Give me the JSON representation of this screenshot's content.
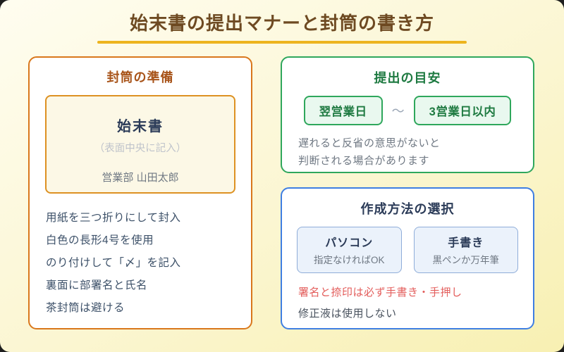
{
  "page": {
    "title": "始末書の提出マナーと封筒の書き方"
  },
  "envelope_panel": {
    "title": "封筒の準備",
    "envelope": {
      "label": "始末書",
      "sublabel": "（表面中央に記入）",
      "sender": "営業部 山田太郎"
    },
    "items": [
      "用紙を三つ折りにして封入",
      "白色の長形4号を使用",
      "のり付けして「〆」を記入",
      "裏面に部署名と氏名",
      "茶封筒は避ける"
    ]
  },
  "timing_panel": {
    "title": "提出の目安",
    "chip_start": "翌営業日",
    "connector": "〜",
    "chip_end": "3営業日以内",
    "note_line1": "遅れると反省の意思がないと",
    "note_line2": "判断される場合があります"
  },
  "method_panel": {
    "title": "作成方法の選択",
    "options": [
      {
        "title": "パソコン",
        "subtitle": "指定なければOK"
      },
      {
        "title": "手書き",
        "subtitle": "黒ペンか万年筆"
      }
    ],
    "warning": "署名と捺印は必ず手書き・手押し",
    "note": "修正液は使用しない"
  },
  "colors": {
    "bg-top": "#FFFDF0",
    "bg-bottom": "#F8F0B2",
    "title-brown": "#6E4A22",
    "gold": "#EDB41E",
    "orange": "#D9771B",
    "orange-dark": "#A8541A",
    "envelope-border": "#DD9122",
    "envelope-bg": "#FCF8E6",
    "navy": "#2B3B58",
    "slate": "#3D5169",
    "gray": "#6F7883",
    "dark-gray": "#49525E",
    "light-gray": "#BFC3CB",
    "green": "#2FA75C",
    "green-dark": "#1E7A41",
    "green-chip-bg": "#E9F8EF",
    "blue": "#3E7EE2",
    "blue-chip-bg": "#EBF2FB",
    "blue-chip-border": "#8FADD9",
    "red": "#E35D5B"
  }
}
